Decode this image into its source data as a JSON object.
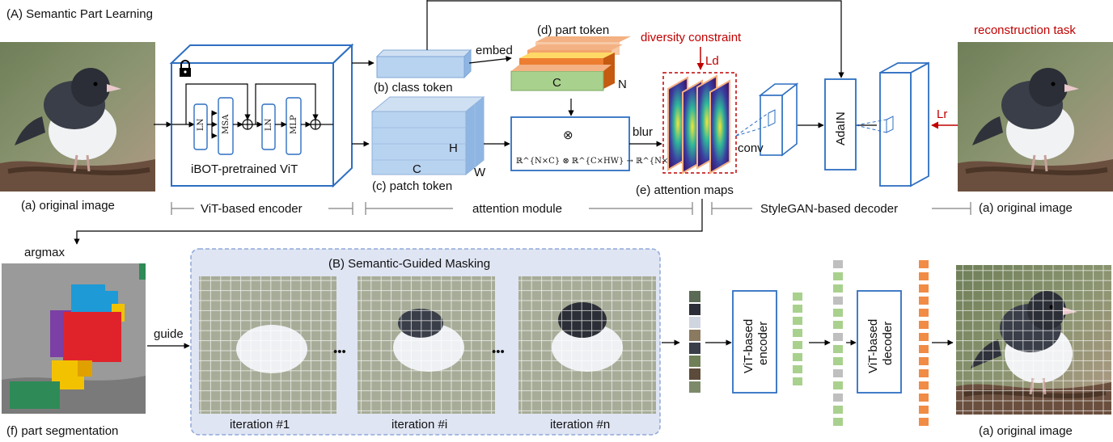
{
  "colors": {
    "accent_blue": "#2e6fc1",
    "constraint_red": "#c00000",
    "masking_panel": "#dfe5f3",
    "masking_panel_border": "#8fa8d8",
    "seg_red": "#e0232b",
    "seg_blue": "#1e9ad6",
    "seg_purple": "#7b3fa5",
    "seg_yellow": "#f2c200",
    "seg_green": "#2e8b57",
    "token_green": "#a9d18e",
    "token_orange": "#f08c46",
    "token_gray": "#bfbfbf"
  },
  "top": {
    "section_title": "(A) Semantic Part Learning",
    "original_image_left": "(a) original image",
    "encoder_name": "iBOT-pretrained ViT",
    "lock_icon": "lock-icon",
    "encoder_blocks": [
      "LN",
      "MSA",
      "LN",
      "MLP"
    ],
    "class_token": "(b) class token",
    "patch_token": "(c) patch token",
    "patch_dims": {
      "c": "C",
      "h": "H",
      "w": "W"
    },
    "embed": "embed",
    "part_token": "(d) part token",
    "part_dims": {
      "c": "C",
      "n": "N"
    },
    "otimes": "⊗",
    "attention_formula": "ℝ^{N×C} ⊗ ℝ^{C×HW} → ℝ^{N×HW}",
    "blur": "blur",
    "diversity_constraint": "diversity constraint",
    "ld": "Ld",
    "attention_maps": "(e) attention maps",
    "conv": "conv",
    "adain": "AdaIN",
    "reconstruction_task": "reconstruction task",
    "lr": "Lr",
    "original_image_right": "(a) original image",
    "stages": [
      "ViT-based encoder",
      "attention module",
      "StyleGAN-based decoder"
    ]
  },
  "bottom": {
    "argmax": "argmax",
    "guide": "guide",
    "masking_title": "(B) Semantic-Guided Masking",
    "iterations": [
      "iteration #1",
      "iteration #i",
      "iteration #n"
    ],
    "ellipsis": "•••",
    "part_segmentation": "(f) part segmentation",
    "vit_encoder": [
      "ViT-based",
      "encoder"
    ],
    "vit_decoder": [
      "ViT-based",
      "decoder"
    ],
    "original_image": "(a) original image"
  }
}
